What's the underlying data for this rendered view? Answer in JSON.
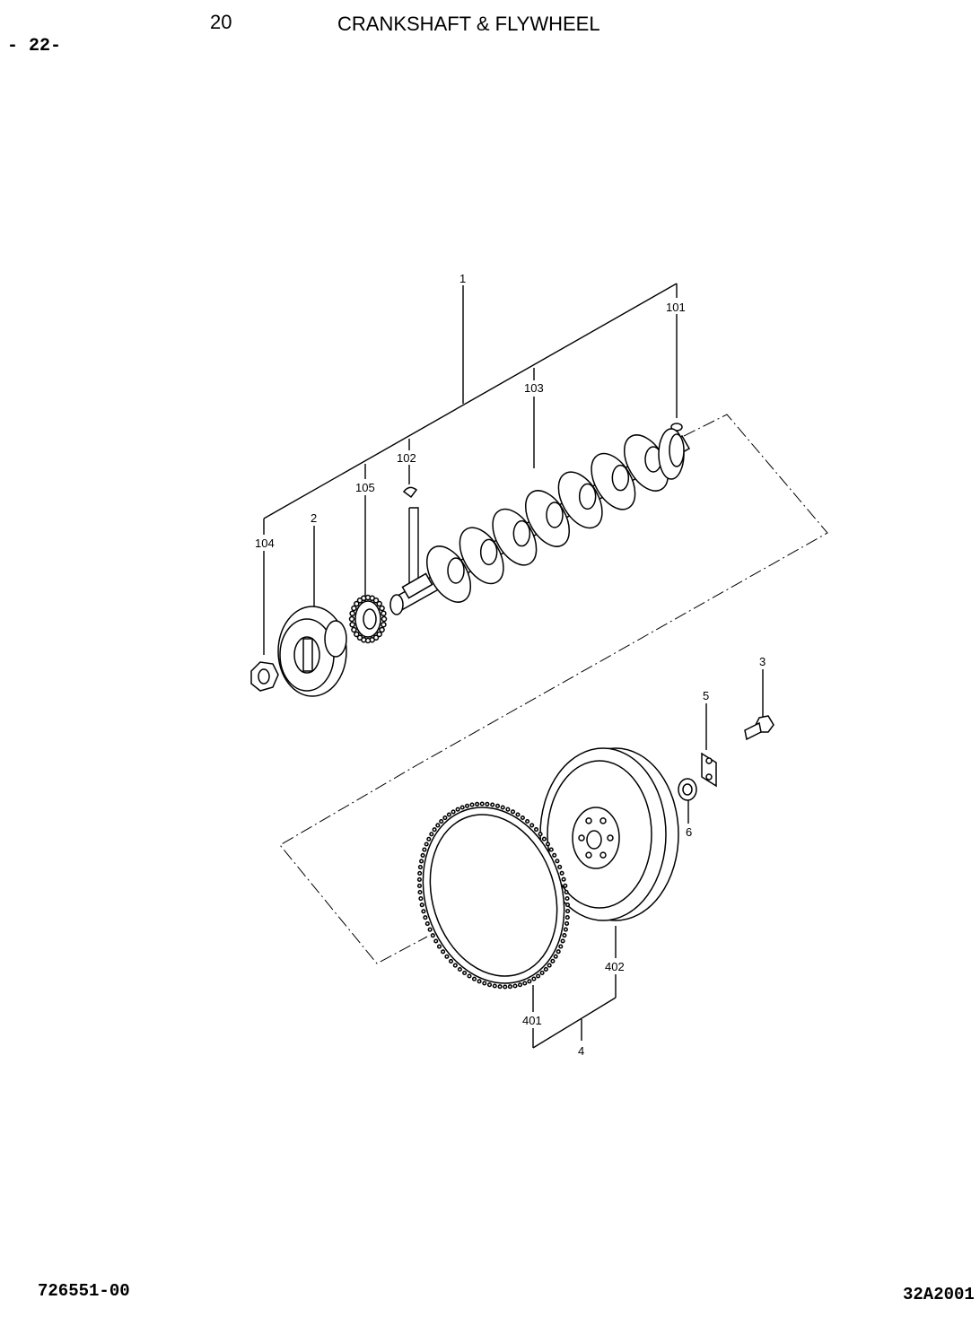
{
  "header": {
    "section_number": "20",
    "section_title": "CRANKSHAFT & FLYWHEEL",
    "page_number": "- 22-"
  },
  "footer": {
    "document_code": "726551-00",
    "figure_code": "32A2001"
  },
  "callouts": {
    "c1": "1",
    "c101": "101",
    "c103": "103",
    "c102": "102",
    "c105": "105",
    "c2": "2",
    "c104": "104",
    "c3": "3",
    "c5": "5",
    "c6": "6",
    "c402": "402",
    "c401": "401",
    "c4": "4"
  }
}
